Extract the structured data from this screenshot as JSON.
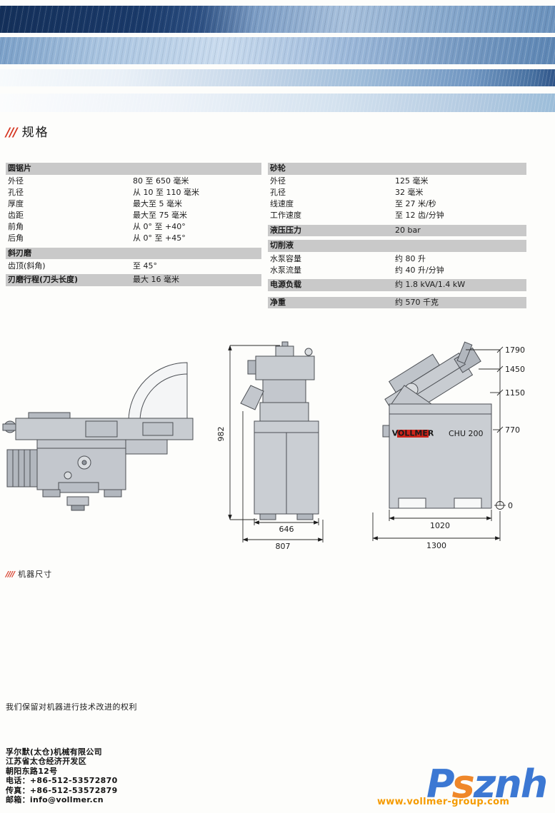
{
  "meta": {
    "brand_red": "#d5341f",
    "accent_orange": "#f59b00",
    "bar_gray": "#c9c9c9",
    "banner_navy": "#14305a",
    "banner_steel_blue": "#7ba0c8"
  },
  "header": {
    "section_marker": "///",
    "section_title": "规格"
  },
  "specs": {
    "left": {
      "header1": "圆锯片",
      "rows1": [
        {
          "label": "外径",
          "value": "80 至 650 毫米"
        },
        {
          "label": "孔径",
          "value": "从 10 至 110 毫米"
        },
        {
          "label": "厚度",
          "value": "最大至 5 毫米"
        },
        {
          "label": "齿距",
          "value": "最大至 75 毫米"
        },
        {
          "label": "前角",
          "value": "从 0° 至 +40°"
        },
        {
          "label": "后角",
          "value": "从 0° 至 +45°"
        }
      ],
      "header2": "斜刃磨",
      "rows2": [
        {
          "label": "齿顶(斜角)",
          "value": "至 45°"
        }
      ],
      "header3": {
        "label": "刃磨行程(刀头长度)",
        "value": "最大 16 毫米"
      }
    },
    "right": {
      "header1": "砂轮",
      "rows1": [
        {
          "label": "外径",
          "value": "125 毫米"
        },
        {
          "label": "孔径",
          "value": "32 毫米"
        },
        {
          "label": "线速度",
          "value": "至 27 米/秒"
        },
        {
          "label": "工作速度",
          "value": "至 12 齿/分钟"
        }
      ],
      "header2": {
        "label": "液压压力",
        "value": "20 bar"
      },
      "header3": "切削液",
      "rows2": [
        {
          "label": "水泵容量",
          "value": "约 80 升"
        },
        {
          "label": "水泵流量",
          "value": "约 40 升/分钟"
        }
      ],
      "header4": {
        "label": "电源负载",
        "value": "约 1.8 kVA/1.4 kW"
      },
      "header5": {
        "label": "净重",
        "value": "约 570 千克"
      }
    }
  },
  "drawing": {
    "caption_marker": "////",
    "caption": "机器尺寸",
    "logo": "VOLLMER",
    "model": "CHU 200",
    "dims": {
      "height_1790": "1790",
      "height_1450": "1450",
      "height_1150": "1150",
      "height_770": "770",
      "height_0": "0",
      "width_982": "982",
      "width_646": "646",
      "width_807": "807",
      "width_1020": "1020",
      "width_1300": "1300"
    }
  },
  "note": "我们保留对机器进行技术改进的权利",
  "footer": {
    "company": "孚尔默(太仓)机械有限公司",
    "address1": "江苏省太仓经济开发区",
    "address2": "朝阳东路12号",
    "phone": "电话：+86-512-53572870",
    "fax": "传真：+86-512-53572879",
    "email": "邮箱：info@vollmer.cn"
  },
  "watermark": {
    "url": "www.vollmer-group.com",
    "letters": [
      {
        "ch": "P",
        "color": "#2e6fd0"
      },
      {
        "ch": "s",
        "color": "#ef7f1a"
      },
      {
        "ch": "z",
        "color": "#2e6fd0"
      },
      {
        "ch": "n",
        "color": "#2e6fd0"
      },
      {
        "ch": "h",
        "color": "#2e6fd0"
      }
    ]
  }
}
